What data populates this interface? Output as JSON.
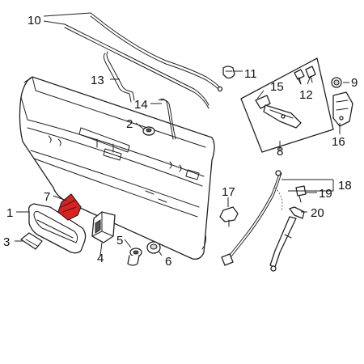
{
  "callouts": [
    {
      "id": "1",
      "text": "1"
    },
    {
      "id": "2",
      "text": "2"
    },
    {
      "id": "3",
      "text": "3"
    },
    {
      "id": "4",
      "text": "4"
    },
    {
      "id": "5",
      "text": "5"
    },
    {
      "id": "6",
      "text": "6"
    },
    {
      "id": "7",
      "text": "7"
    },
    {
      "id": "8",
      "text": "8"
    },
    {
      "id": "9",
      "text": "9"
    },
    {
      "id": "10",
      "text": "10"
    },
    {
      "id": "11",
      "text": "11"
    },
    {
      "id": "12",
      "text": "12"
    },
    {
      "id": "13",
      "text": "13"
    },
    {
      "id": "14",
      "text": "14"
    },
    {
      "id": "15",
      "text": "15"
    },
    {
      "id": "16",
      "text": "16"
    },
    {
      "id": "17",
      "text": "17"
    },
    {
      "id": "18",
      "text": "18"
    },
    {
      "id": "19",
      "text": "19"
    },
    {
      "id": "20",
      "text": "20"
    }
  ],
  "colors": {
    "highlight": "#e02020",
    "line": "#222222",
    "background": "#ffffff"
  }
}
